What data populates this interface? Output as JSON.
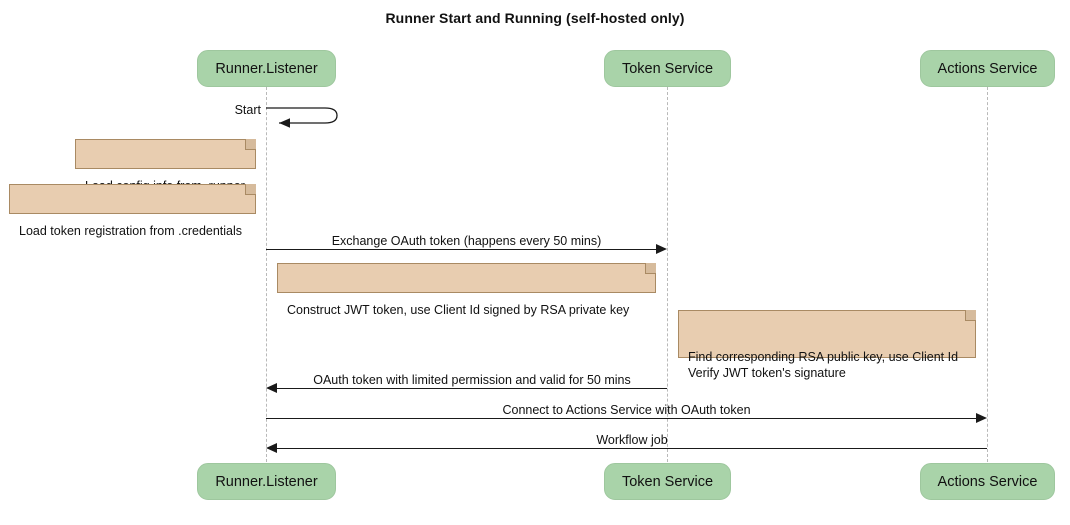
{
  "diagram": {
    "title": "Runner Start and Running (self-hosted only)",
    "type": "sequence-diagram",
    "colors": {
      "participant_fill": "#a9d3a9",
      "participant_stroke": "#9ec79e",
      "note_fill": "#e8cdb0",
      "note_stroke": "#a98a63",
      "lifeline": "#b9b9b9",
      "arrow": "#1a1a1a",
      "background": "#ffffff"
    },
    "participants": [
      {
        "id": "runner",
        "label": "Runner.Listener"
      },
      {
        "id": "token",
        "label": "Token Service"
      },
      {
        "id": "actions",
        "label": "Actions Service"
      }
    ],
    "messages": [
      {
        "id": "m1",
        "label": "Start",
        "from": "runner",
        "to": "runner",
        "kind": "self"
      },
      {
        "id": "m2",
        "label": "Exchange OAuth token (happens every 50 mins)",
        "from": "runner",
        "to": "token",
        "direction": "right"
      },
      {
        "id": "m3",
        "label": "OAuth token with limited permission and valid for 50 mins",
        "from": "token",
        "to": "runner",
        "direction": "left"
      },
      {
        "id": "m4",
        "label": "Connect to Actions Service with OAuth token",
        "from": "runner",
        "to": "actions",
        "direction": "right"
      },
      {
        "id": "m5",
        "label": "Workflow job",
        "from": "actions",
        "to": "runner",
        "direction": "left"
      }
    ],
    "notes": [
      {
        "id": "n1",
        "text": "Load config info from .runner"
      },
      {
        "id": "n2",
        "text": "Load token registration from .credentials"
      },
      {
        "id": "n3",
        "text": "Construct JWT token, use Client Id signed by RSA private key"
      },
      {
        "id": "n4",
        "text": "Find corresponding RSA public key, use Client Id\nVerify JWT token's signature"
      }
    ]
  }
}
